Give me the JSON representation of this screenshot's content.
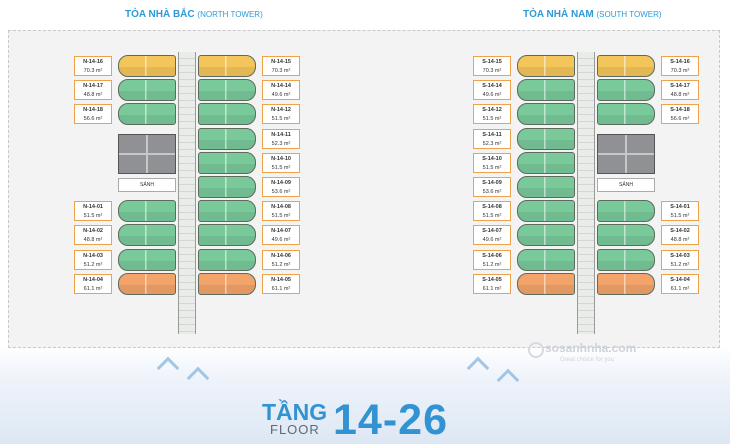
{
  "north": {
    "title": "TÒA NHÀ BẮC",
    "subtitle": "(NORTH TOWER)",
    "lobby": "SẢNH",
    "left_units": [
      {
        "code": "N-14-16",
        "area": "70.3 m²",
        "color": "yellow"
      },
      {
        "code": "N-14-17",
        "area": "48.8 m²",
        "color": "green"
      },
      {
        "code": "N-14-18",
        "area": "56.6 m²",
        "color": "green"
      },
      {
        "code": "N-14-01",
        "area": "51.5 m²",
        "color": "green"
      },
      {
        "code": "N-14-02",
        "area": "48.8 m²",
        "color": "green"
      },
      {
        "code": "N-14-03",
        "area": "51.2 m²",
        "color": "green"
      },
      {
        "code": "N-14-04",
        "area": "61.1 m²",
        "color": "orange"
      }
    ],
    "right_units": [
      {
        "code": "N-14-15",
        "area": "70.3 m²",
        "color": "yellow"
      },
      {
        "code": "N-14-14",
        "area": "49.6 m²",
        "color": "green"
      },
      {
        "code": "N-14-12",
        "area": "51.5 m²",
        "color": "green"
      },
      {
        "code": "N-14-11",
        "area": "52.3 m²",
        "color": "green"
      },
      {
        "code": "N-14-10",
        "area": "51.5 m²",
        "color": "green"
      },
      {
        "code": "N-14-09",
        "area": "53.6 m²",
        "color": "green"
      },
      {
        "code": "N-14-08",
        "area": "51.5 m²",
        "color": "green"
      },
      {
        "code": "N-14-07",
        "area": "49.6 m²",
        "color": "green"
      },
      {
        "code": "N-14-06",
        "area": "51.2 m²",
        "color": "green"
      },
      {
        "code": "N-14-05",
        "area": "61.1 m²",
        "color": "orange"
      }
    ]
  },
  "south": {
    "title": "TÒA NHÀ NAM",
    "subtitle": "(SOUTH TOWER)",
    "lobby": "SẢNH",
    "left_units": [
      {
        "code": "S-14-15",
        "area": "70.3 m²",
        "color": "yellow"
      },
      {
        "code": "S-14-14",
        "area": "49.6 m²",
        "color": "green"
      },
      {
        "code": "S-14-12",
        "area": "51.5 m²",
        "color": "green"
      },
      {
        "code": "S-14-11",
        "area": "52.3 m²",
        "color": "green"
      },
      {
        "code": "S-14-10",
        "area": "51.5 m²",
        "color": "green"
      },
      {
        "code": "S-14-09",
        "area": "53.6 m²",
        "color": "green"
      },
      {
        "code": "S-14-08",
        "area": "51.5 m²",
        "color": "green"
      },
      {
        "code": "S-14-07",
        "area": "49.6 m²",
        "color": "green"
      },
      {
        "code": "S-14-06",
        "area": "51.2 m²",
        "color": "green"
      },
      {
        "code": "S-14-05",
        "area": "61.1 m²",
        "color": "orange"
      }
    ],
    "right_units": [
      {
        "code": "S-14-16",
        "area": "70.3 m²",
        "color": "yellow"
      },
      {
        "code": "S-14-17",
        "area": "48.8 m²",
        "color": "green"
      },
      {
        "code": "S-14-18",
        "area": "56.6 m²",
        "color": "green"
      },
      {
        "code": "S-14-01",
        "area": "51.5 m²",
        "color": "green"
      },
      {
        "code": "S-14-02",
        "area": "48.8 m²",
        "color": "green"
      },
      {
        "code": "S-14-03",
        "area": "51.2 m²",
        "color": "green"
      },
      {
        "code": "S-14-04",
        "area": "61.1 m²",
        "color": "orange"
      }
    ]
  },
  "footer": {
    "tang": "TẦNG",
    "floor": "FLOOR",
    "range": "14-26"
  },
  "watermark": {
    "brand": "sosanhnha.com",
    "tagline": "Great choice for you"
  },
  "colors": {
    "accent": "#3393d2",
    "green": "#79c99a",
    "yellow": "#f3c55a",
    "orange": "#f2a46a",
    "label_border": "#f0a24a"
  }
}
